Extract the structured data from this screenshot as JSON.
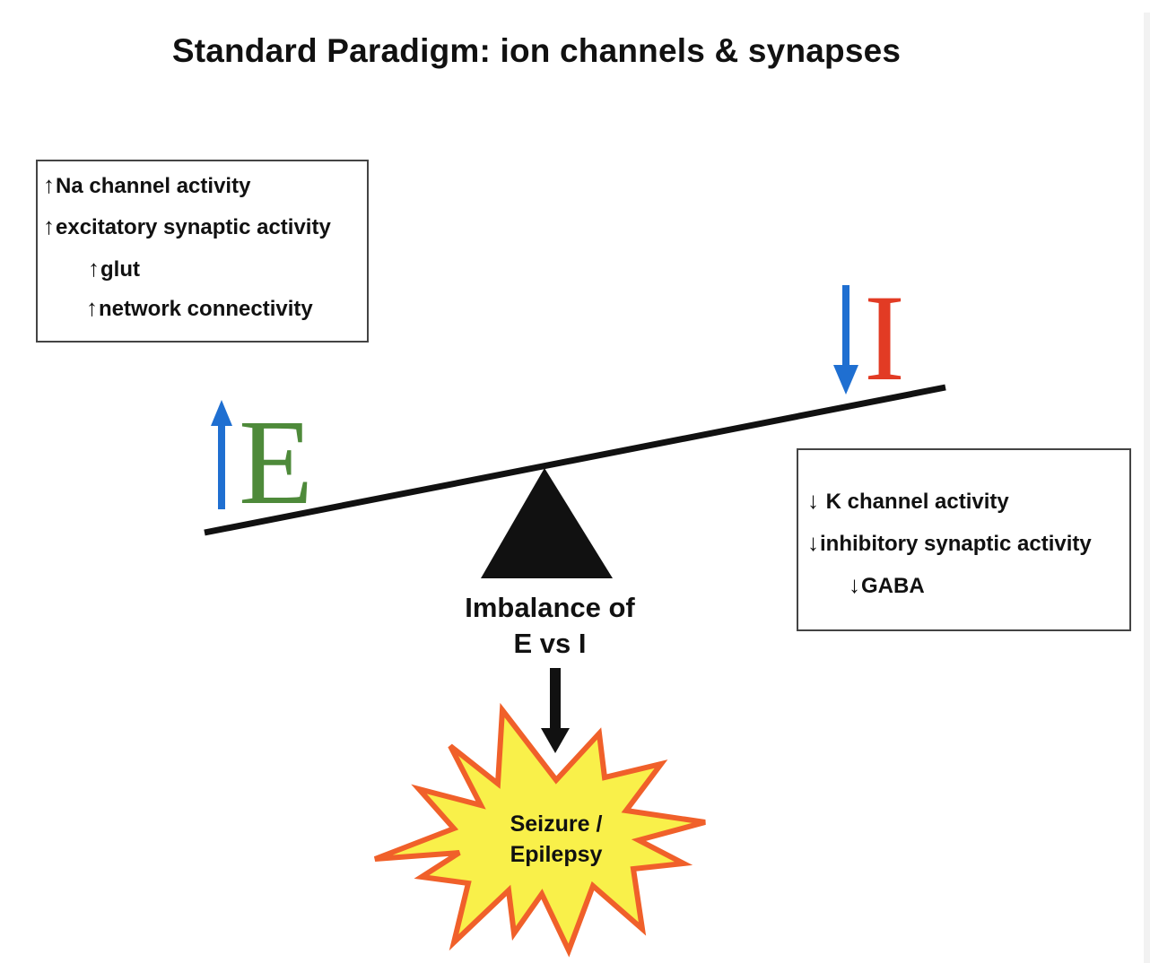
{
  "title": "Standard Paradigm: ion channels & synapses",
  "excitation_box": {
    "items": [
      {
        "arrow": "↑",
        "direction": "up",
        "label": "Na channel activity",
        "indent": 0
      },
      {
        "arrow": "↑",
        "direction": "up",
        "label": "excitatory synaptic activity",
        "indent": 0
      },
      {
        "arrow": "↑",
        "direction": "up",
        "label": "glut",
        "indent": 1
      },
      {
        "arrow": "↑",
        "direction": "up",
        "label": "network connectivity",
        "indent": 1
      }
    ]
  },
  "inhibition_box": {
    "items": [
      {
        "arrow": "↓",
        "direction": "down",
        "label": "K channel activity",
        "indent": 0
      },
      {
        "arrow": "↓",
        "direction": "down",
        "label": "inhibitory synaptic activity",
        "indent": 0
      },
      {
        "arrow": "↓",
        "direction": "down",
        "label": "GABA",
        "indent": 1
      }
    ]
  },
  "seesaw": {
    "left_letter": "E",
    "left_arrow_direction": "up",
    "right_letter": "I",
    "right_arrow_direction": "down",
    "left_side": "low",
    "right_side": "high"
  },
  "caption": {
    "line1": "Imbalance of",
    "line2": "E vs I"
  },
  "outcome": {
    "line1": "Seizure /",
    "line2": "Epilepsy"
  },
  "colors": {
    "excitation_letter": "#4e8a3a",
    "inhibition_letter": "#e23b24",
    "arrow_blue": "#1f6fd1",
    "burst_fill": "#f9f04a",
    "burst_stroke": "#f0602a",
    "ink": "#111111"
  }
}
